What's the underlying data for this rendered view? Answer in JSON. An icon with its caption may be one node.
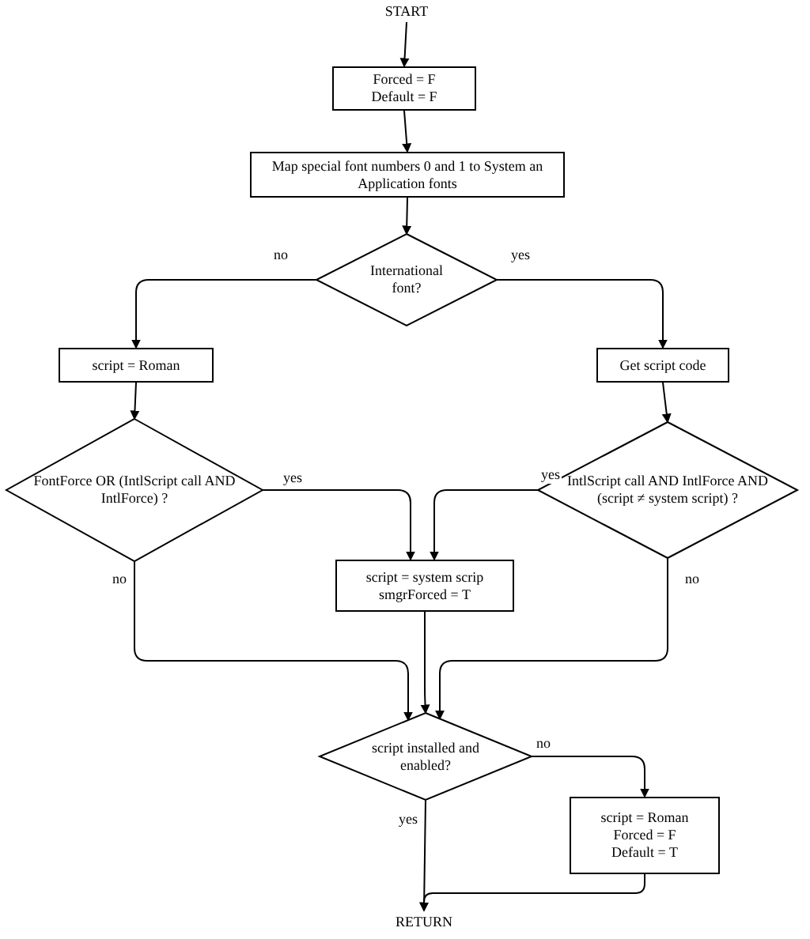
{
  "diagram": {
    "nodes": [
      {
        "text": [
          "START"
        ]
      },
      {
        "text": [
          "Forced = F",
          "Default = F"
        ]
      },
      {
        "text": [
          "Map special font numbers 0 and 1 to System an Application fonts"
        ]
      },
      {
        "text": [
          "International font?"
        ]
      },
      {
        "text": [
          "script = Roman"
        ]
      },
      {
        "text": [
          "Get script code"
        ]
      },
      {
        "text": [
          "FontForce OR (IntlScript call AND IntlForce) ?"
        ]
      },
      {
        "text": [
          "IntlScript call AND IntlForce AND (script ≠ system script) ?"
        ]
      },
      {
        "text": [
          "script = system scrip",
          "smgrForced = T"
        ]
      },
      {
        "text": [
          "script installed and enabled?"
        ]
      },
      {
        "text": [
          "script = Roman",
          "Forced = F",
          "Default = T"
        ]
      },
      {
        "text": [
          "RETURN"
        ]
      }
    ],
    "edges": [
      {
        "from": 0,
        "to": 1,
        "arrow": "to"
      },
      {
        "from": 1,
        "to": 2,
        "arrow": "to"
      },
      {
        "from": 2,
        "to": 3,
        "arrow": "to"
      },
      {
        "from": 3,
        "to": 4,
        "arrow": "to",
        "label": "no"
      },
      {
        "from": 3,
        "to": 5,
        "arrow": "to",
        "label": "yes"
      },
      {
        "from": 4,
        "to": 6,
        "arrow": "to"
      },
      {
        "from": 5,
        "to": 7,
        "arrow": "to"
      },
      {
        "from": 6,
        "to": 8,
        "arrow": "to",
        "label": "yes"
      },
      {
        "from": 7,
        "to": 8,
        "arrow": "to",
        "label": "yes"
      },
      {
        "from": 6,
        "to": 9,
        "arrow": "to",
        "label": "no"
      },
      {
        "from": 8,
        "to": 9,
        "arrow": "to"
      },
      {
        "from": 7,
        "to": 9,
        "arrow": "to",
        "label": "no"
      },
      {
        "from": 9,
        "to": 10,
        "arrow": "to",
        "label": "no"
      },
      {
        "from": 9,
        "to": 11,
        "arrow": "to",
        "label": "yes"
      },
      {
        "from": 10,
        "to": 11,
        "arrow": "to"
      }
    ]
  }
}
